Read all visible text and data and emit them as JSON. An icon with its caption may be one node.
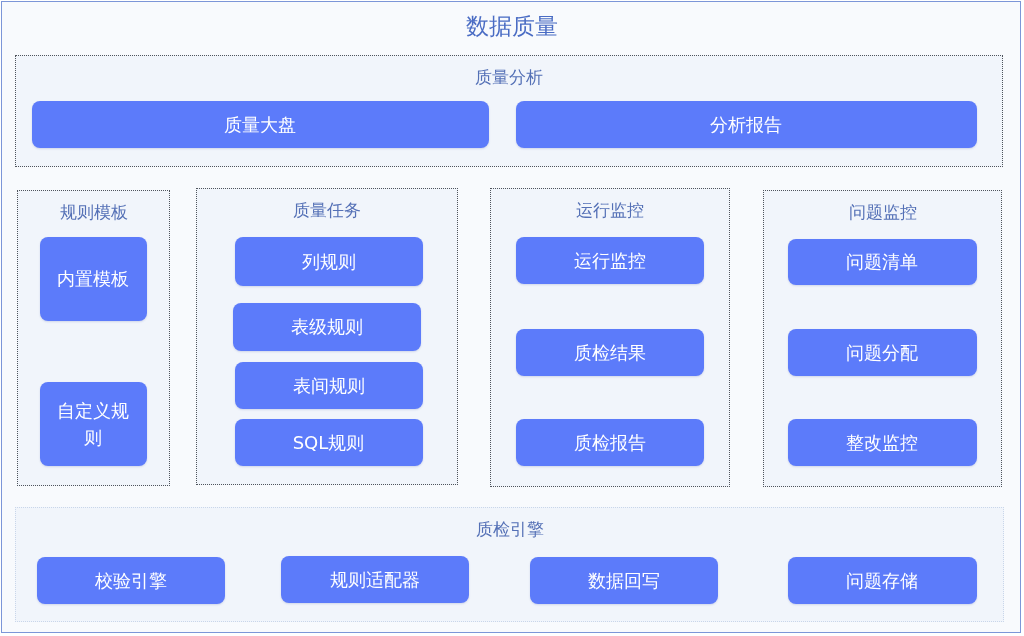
{
  "diagram": {
    "title": "数据质量",
    "nodes": [
      {
        "text": [
          "质量分析"
        ]
      },
      {
        "text": [
          "质量大盘"
        ],
        "in": 0
      },
      {
        "text": [
          "分析报告"
        ],
        "in": 0
      },
      {
        "text": [
          "规则模板"
        ]
      },
      {
        "text": [
          "内置模板"
        ],
        "in": 3
      },
      {
        "text": [
          "自定义规则"
        ],
        "in": 3
      },
      {
        "text": [
          "质量任务"
        ]
      },
      {
        "text": [
          "列规则"
        ],
        "in": 6
      },
      {
        "text": [
          "表级规则"
        ],
        "in": 6
      },
      {
        "text": [
          "表间规则"
        ],
        "in": 6
      },
      {
        "text": [
          "SQL规则"
        ],
        "in": 6
      },
      {
        "text": [
          "运行监控"
        ]
      },
      {
        "text": [
          "运行监控"
        ],
        "in": 11
      },
      {
        "text": [
          "质检结果"
        ],
        "in": 11
      },
      {
        "text": [
          "质检报告"
        ],
        "in": 11
      },
      {
        "text": [
          "问题监控"
        ]
      },
      {
        "text": [
          "问题清单"
        ],
        "in": 15
      },
      {
        "text": [
          "问题分配"
        ],
        "in": 15
      },
      {
        "text": [
          "整改监控"
        ],
        "in": 15
      },
      {
        "text": [
          "质检引擎"
        ]
      },
      {
        "text": [
          "校验引擎"
        ],
        "in": 19
      },
      {
        "text": [
          "规则适配器"
        ],
        "in": 19
      },
      {
        "text": [
          "数据回写"
        ],
        "in": 19
      },
      {
        "text": [
          "问题存储"
        ],
        "in": 19
      }
    ]
  }
}
